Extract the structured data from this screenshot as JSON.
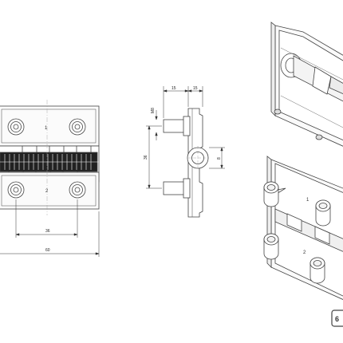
{
  "front_view": {
    "dimensions": {
      "overall_width": "60",
      "hole_spacing": "36"
    },
    "leaf_marks": {
      "top": "1",
      "bottom": "2"
    }
  },
  "side_view": {
    "dimensions": {
      "top_a": "15",
      "top_b": "15",
      "pin_diameter": "M8",
      "pin_spacing": "36",
      "knuckle": "8"
    }
  },
  "iso_view": {
    "leaf_marks": {
      "top": "1",
      "bottom": "2"
    }
  },
  "badge": {
    "text": "6"
  }
}
